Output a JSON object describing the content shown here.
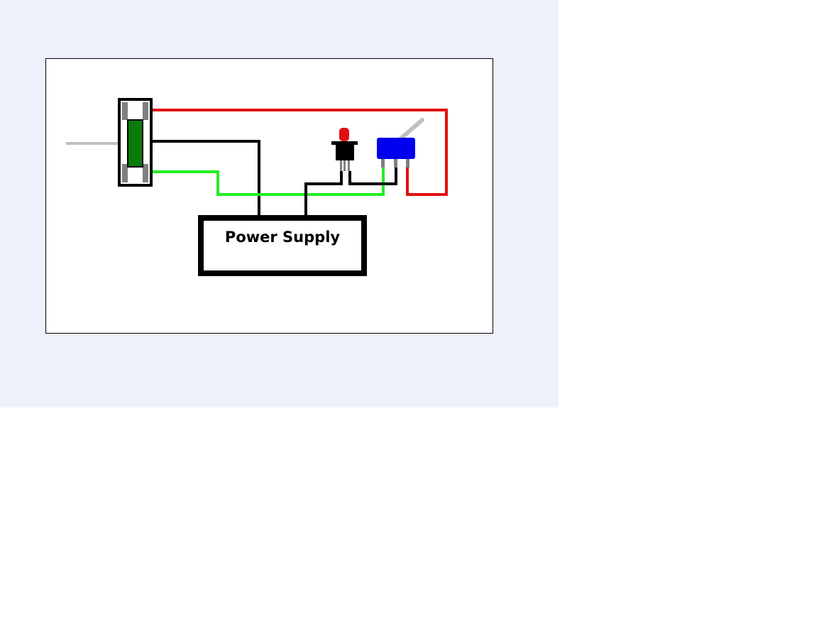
{
  "diagram": {
    "power_supply_label": "Power Supply",
    "colors": {
      "page_background": "#edf1fa",
      "red_wire": "#e01010",
      "black_wire": "#000000",
      "green_wire": "#22ee22",
      "shaft": "#c0c0c0",
      "solenoid_core": "#0a7a0a",
      "solenoid_end_caps": "#808080",
      "push_button_cap": "#e01010",
      "toggle_switch_body": "#0000ee",
      "toggle_lever": "#c0c0c0"
    },
    "components": {
      "solenoid": "solenoid",
      "push_button": "push-button",
      "toggle_switch": "toggle-switch",
      "power_supply": "power-supply"
    }
  }
}
